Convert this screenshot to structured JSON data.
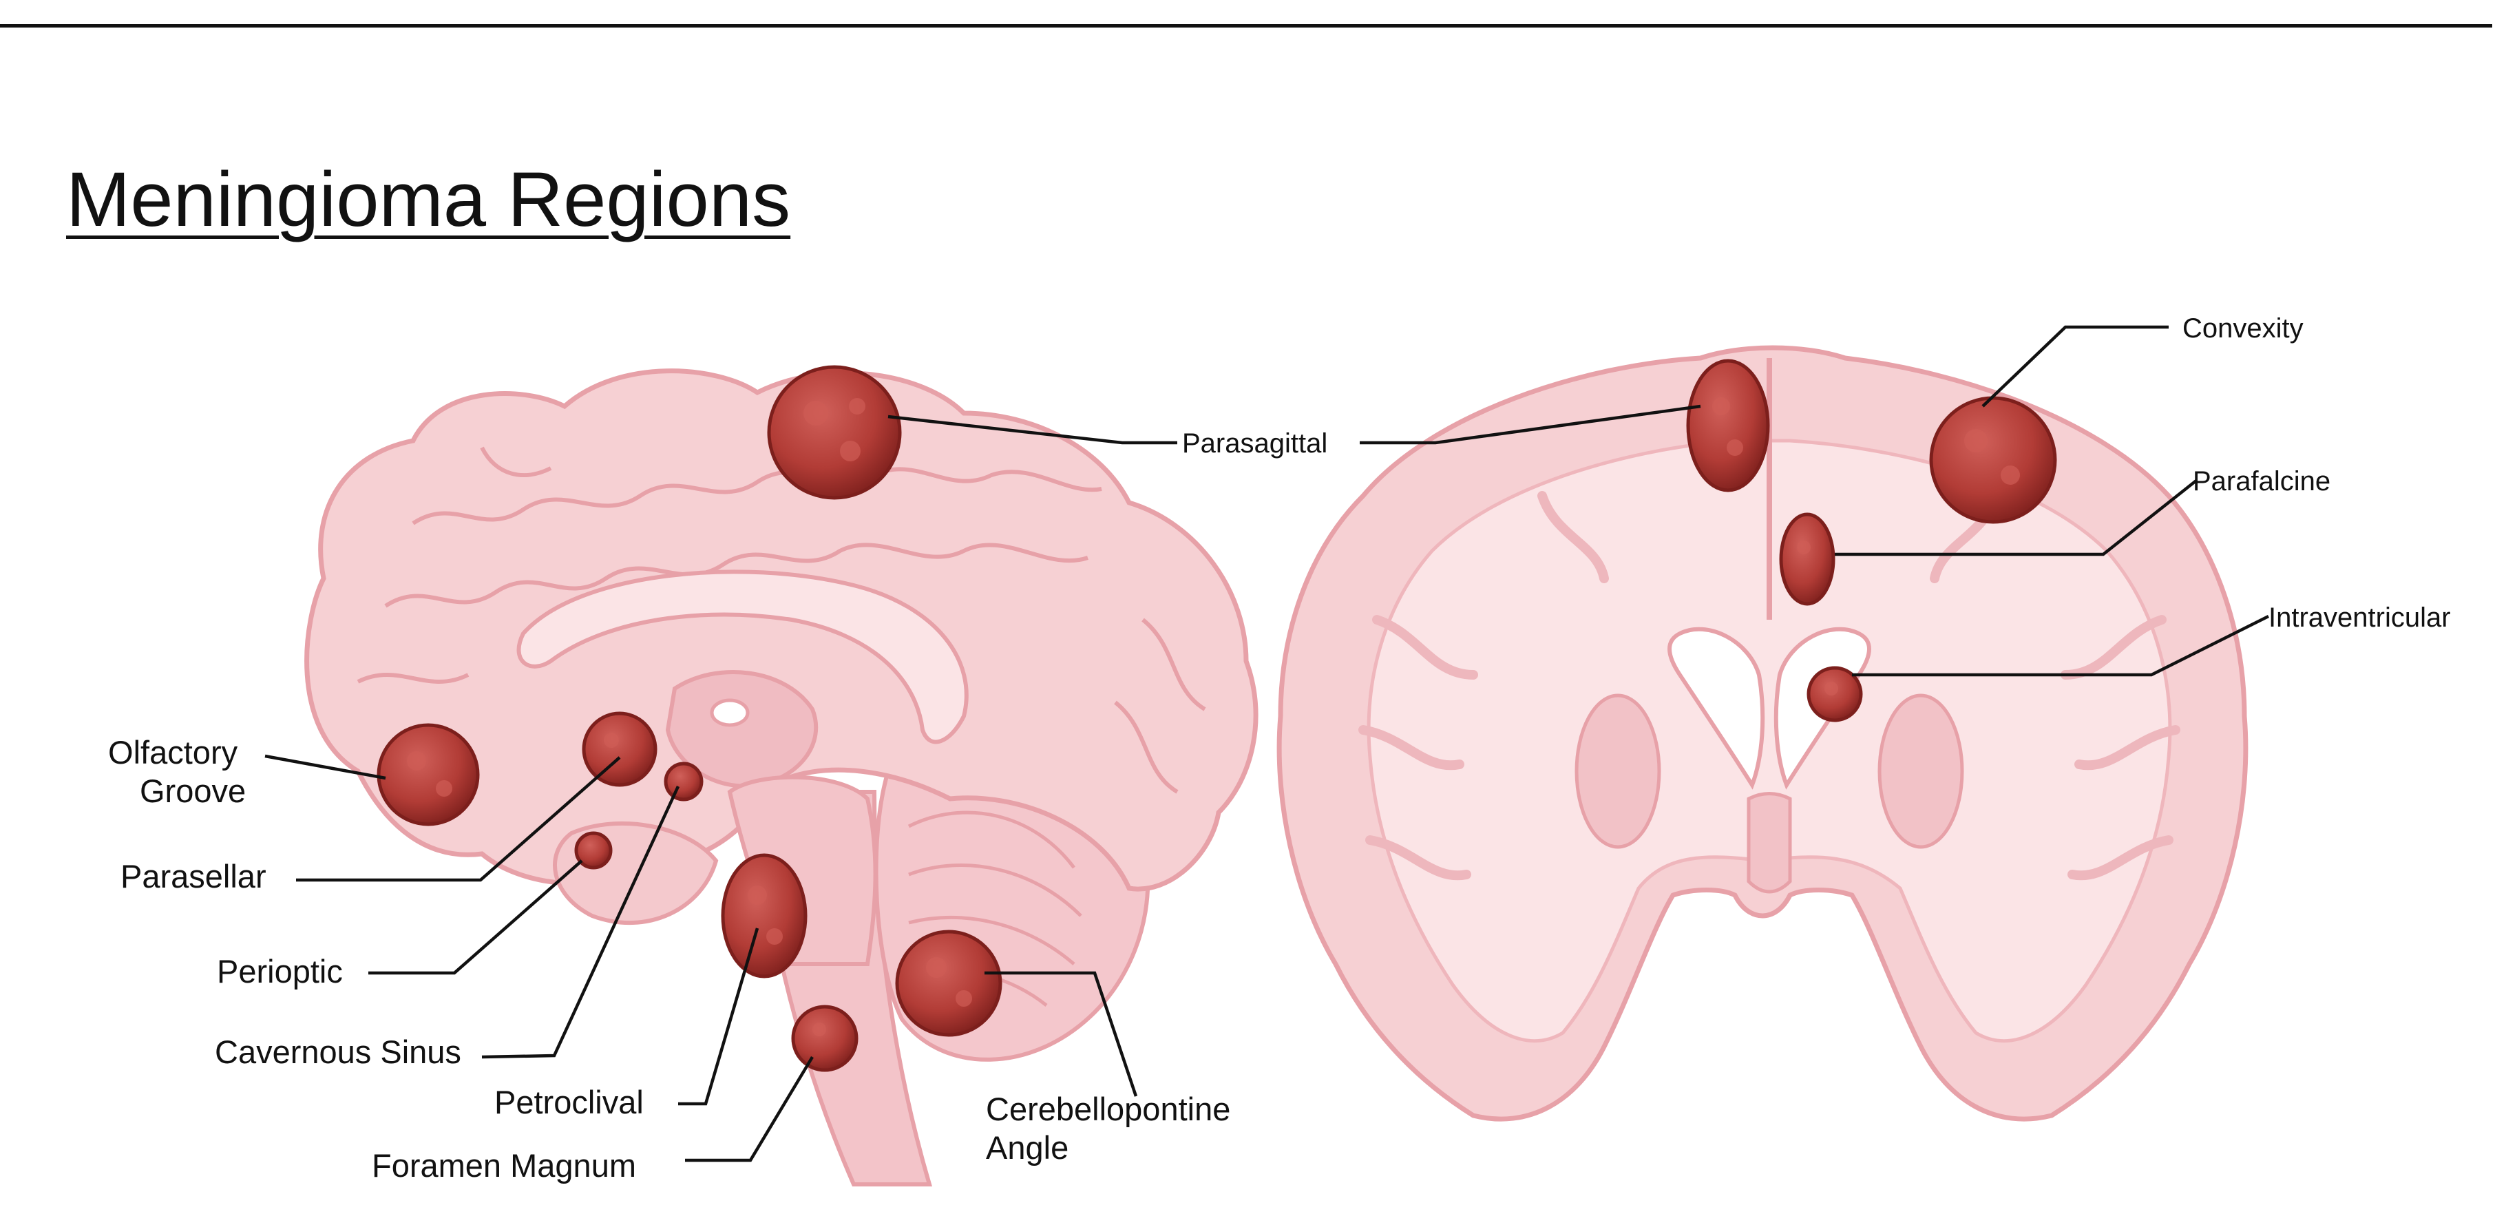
{
  "title": "Meningioma Regions",
  "labels": {
    "olfactory_groove_line1": "Olfactory",
    "olfactory_groove_line2": "Groove",
    "parasellar": "Parasellar",
    "perioptic": "Perioptic",
    "cavernous_sinus": "Cavernous Sinus",
    "petroclival": "Petroclival",
    "foramen_magnum": "Foramen Magnum",
    "cerebellopontine_line1": "Cerebellopontine",
    "cerebellopontine_line2": "Angle",
    "parasagittal": "Parasagittal",
    "convexity": "Convexity",
    "parafalcine": "Parafalcine",
    "intraventricular": "Intraventricular"
  },
  "colors": {
    "brain_fill": "#f6d0d3",
    "brain_light": "#fbe4e6",
    "brain_outline": "#e7a1a8",
    "brain_shade": "#eeb7bd",
    "tumor_fill": "#b23c36",
    "tumor_dark": "#7c1f1c",
    "tumor_light": "#cf5c55",
    "leader_line": "#111111"
  }
}
